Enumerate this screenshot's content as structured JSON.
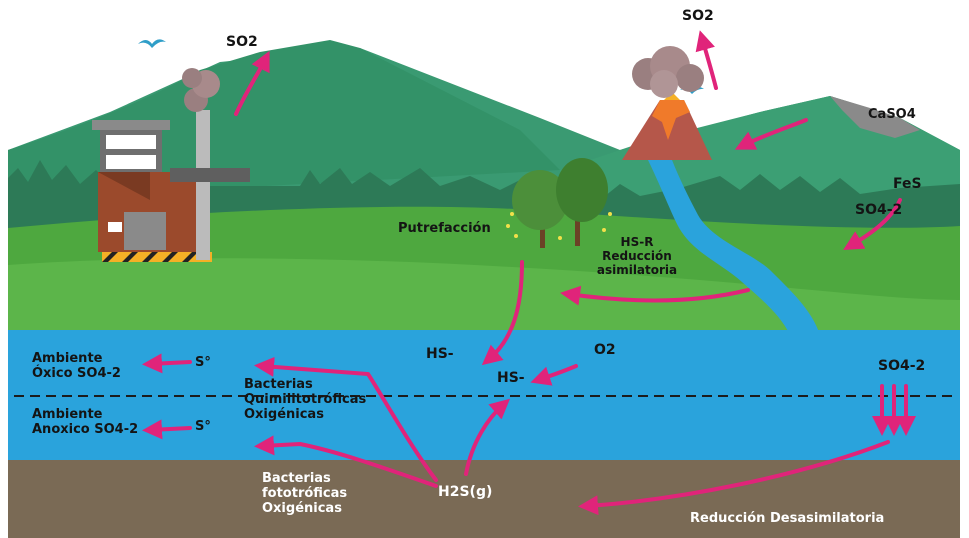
{
  "colors": {
    "sky": "#ffffff",
    "mountain": "#3a9a72",
    "mountain_dark": "#2b8560",
    "forest": "#2d7a57",
    "grass": "#4ea83f",
    "water": "#2aa3dc",
    "sediment": "#7a6a55",
    "arrow": "#e0247a"
  },
  "labels": {
    "so2_factory": "SO2",
    "so2_volcano": "SO2",
    "caso4": "CaSO4",
    "fes": "FeS",
    "so4_land": "SO4-2",
    "putrefaccion": "Putrefacción",
    "hs_r": "HS-R",
    "reduccion_asim_1": "Reducción",
    "reduccion_asim_2": "asimilatoria",
    "hs_upper": "HS-",
    "hs_lower": "HS-",
    "o2": "O2",
    "so4_water": "SO4-2",
    "ambiente_oxico_1": "Ambiente",
    "ambiente_oxico_2": "Óxico SO4-2",
    "ambiente_anoxico_1": "Ambiente",
    "ambiente_anoxico_2": "Anoxico SO4-2",
    "s0_upper": "S°",
    "s0_lower": "S°",
    "bact_quimio_1": "Bacterias",
    "bact_quimio_2": "Quimilitotróficas",
    "bact_quimio_3": "Oxigénicas",
    "bact_foto_1": "Bacterias",
    "bact_foto_2": "fototróficas",
    "bact_foto_3": "Oxigénicas",
    "h2s": "H2S(g)",
    "reduccion_desasim": "Reducción Desasimilatoria"
  }
}
